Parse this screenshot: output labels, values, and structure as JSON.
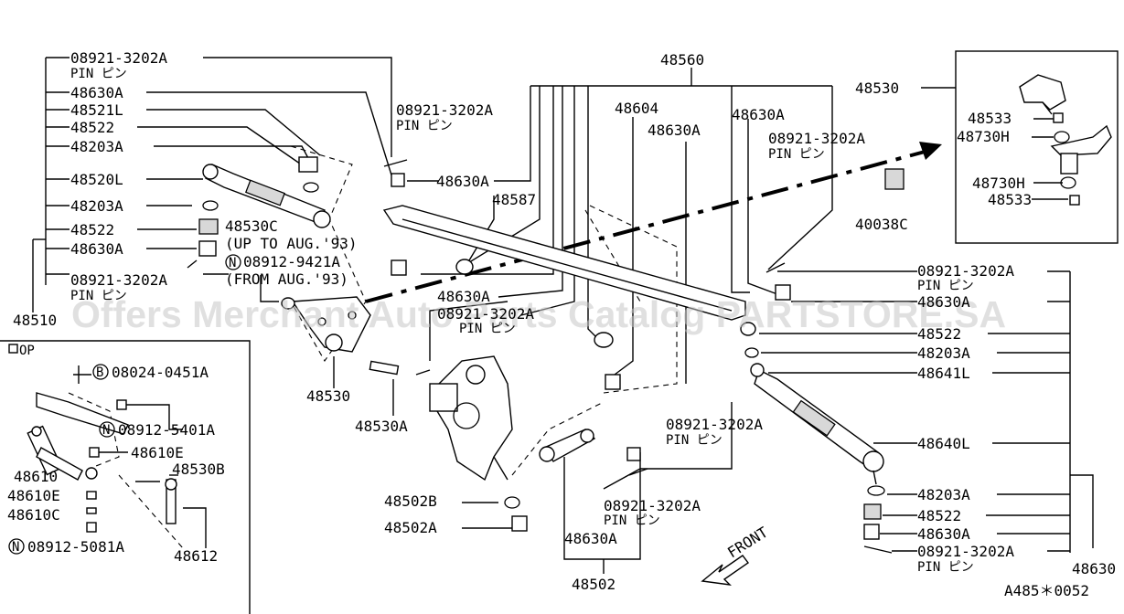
{
  "labels": {
    "l01": "08921-3202A",
    "l02": "PIN ピン",
    "l03": "48630A",
    "l04": "48521L",
    "l05": "48522",
    "l06": "48203A",
    "l07": "48520L",
    "l08": "48203A",
    "l09": "48522",
    "l10": "48630A",
    "l11": "08921-3202A",
    "l12": "PIN ピン",
    "l13": "48510",
    "l14": "48560",
    "l15": "48530",
    "l16": "08921-3202A",
    "l17": "PIN ピン",
    "l18": "48604",
    "l19": "48630A",
    "l20": "48630A",
    "l21": "08921-3202A",
    "l22": "PIN ピン",
    "l23": "48630A",
    "l24": "48587",
    "l25": "48530C",
    "l26": "(UP TO AUG.'93)",
    "l27": "08912-9421A",
    "l28": "(FROM AUG.'93)",
    "l29": "48630A",
    "l30": "08921-3202A",
    "l31": "PIN ピン",
    "l32": "48533",
    "l33": "48730H",
    "l34": "48730H",
    "l35": "48533",
    "l36": "40038C",
    "l37": "08921-3202A",
    "l38": "PIN ピン",
    "l39": "48630A",
    "l40": "48522",
    "l41": "48203A",
    "l42": "48641L",
    "l43": "48640L",
    "l44": "48203A",
    "l45": "48522",
    "l46": "48630A",
    "l47": "08921-3202A",
    "l48": "PIN ピン",
    "l49": "48630",
    "l50": "A485＊0052",
    "l51": "08921-3202A",
    "l52": "PIN ピン",
    "l53": "48530",
    "l54": "48530A",
    "l55": "48502B",
    "l56": "48502A",
    "l57": "48630A",
    "l58": "48502",
    "l59": "08921-3202A",
    "l60": "PIN ピン",
    "l61": "FRONT",
    "l62": "OP",
    "l63": "08024-0451A",
    "l64": "08912-5401A",
    "l65": "48610E",
    "l66": "48530B",
    "l67": "48610",
    "l68": "48610E",
    "l69": "48610C",
    "l70": "08912-5081A",
    "l71": "48612"
  },
  "markers": {
    "nut_letter": "N",
    "bolt_letter": "B"
  },
  "watermark": "Offers Merchant Auto Parts Catalog PARTSTORE.SA",
  "icons": [
    "front-arrow-icon",
    "steering-gear-icon",
    "idler-arm-icon",
    "tie-rod-icon",
    "castle-nut-icon",
    "cotter-pin-icon",
    "ball-joint-icon"
  ]
}
